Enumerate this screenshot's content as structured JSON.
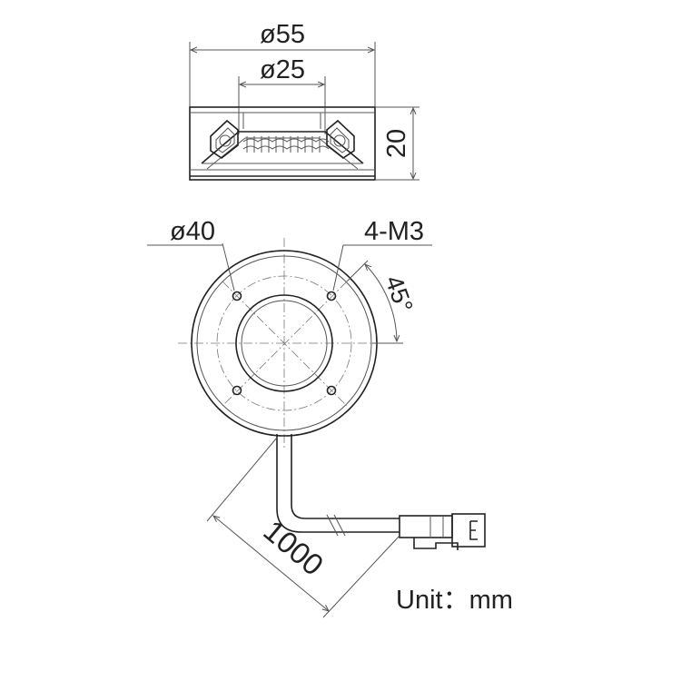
{
  "dimensions": {
    "outer_diameter": "ø55",
    "inner_diameter": "ø25",
    "height": "20",
    "hole_circle": "ø40",
    "holes": "4-M3",
    "angle": "45°",
    "cable_length": "1000"
  },
  "unit_label": "Unit：mm"
}
